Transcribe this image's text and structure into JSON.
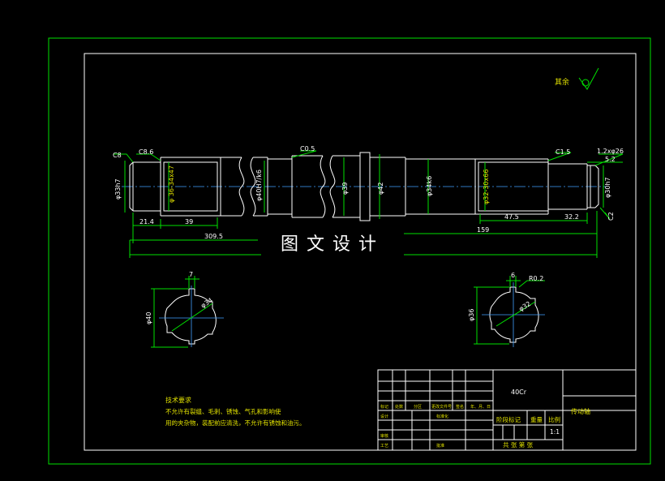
{
  "roughness": {
    "label": "其余"
  },
  "dims": {
    "c8": "C8",
    "c86": "C8.6",
    "c05": "C0.5",
    "c15": "C1.5",
    "ch2x26": "1.2xφ26",
    "d52": "5.2",
    "c2": "C2",
    "d33h7": "φ33h7",
    "spline1": "φ 36-34x47",
    "d40h7": "φ40H7/k6",
    "d39": "φ39",
    "d42": "φ42",
    "d34k6": "φ34k6",
    "spline2": "φ32-30x66",
    "d30h7": "φ30h7",
    "d214": "21.4",
    "d39len": "39",
    "d3095": "309.5",
    "d159": "159",
    "d475": "47.5",
    "d322": "32.2"
  },
  "sections": {
    "left": {
      "width": "7",
      "dia_outer": "φ40",
      "dia_inner": "φ34"
    },
    "right": {
      "width": "6",
      "radius": "R0.2",
      "dia_outer": "φ36",
      "dia_inner": "φ32"
    }
  },
  "notes": {
    "title": "技术要求",
    "line1": "不允许有裂缝、毛刺、锈蚀、气孔和影响使",
    "line2": "用的夹杂物，装配前应清洗，不允许有锈蚀和油污。"
  },
  "title_block": {
    "material": "40Cr",
    "part_name": "传动轴",
    "stage_mark": "阶段标记",
    "weight": "重量",
    "scale": "比例",
    "scale_value": "1:1",
    "sheets": "共   张   第   张",
    "designer": "设计",
    "standard": "标准化",
    "reviewer": "审核",
    "process": "工艺",
    "approve": "批准",
    "mark": "标记",
    "count": "处数",
    "zone": "分区",
    "doc_no": "更改文件号",
    "sign": "签名",
    "date": "年、月、日"
  },
  "watermark": "图文设计"
}
